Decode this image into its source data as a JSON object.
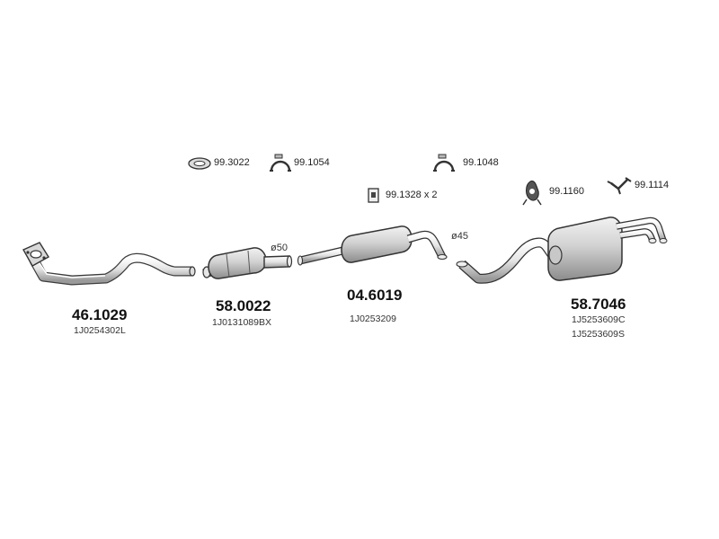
{
  "accessories": [
    {
      "id": "gasket",
      "icon": "gasket-ring-icon",
      "code": "99.3022"
    },
    {
      "id": "clamp-a",
      "icon": "u-bolt-clamp-icon",
      "code": "99.1054"
    },
    {
      "id": "clamp-b",
      "icon": "u-bolt-clamp-icon",
      "code": "99.1048"
    },
    {
      "id": "bracket",
      "icon": "mounting-bracket-icon",
      "code": "99.1328 x 2"
    },
    {
      "id": "hanger",
      "icon": "rubber-hanger-icon",
      "code": "99.1160"
    },
    {
      "id": "v-clamp",
      "icon": "v-clamp-icon",
      "code": "99.1114"
    }
  ],
  "parts": [
    {
      "id": "front-pipe",
      "icon": "front-pipe-icon",
      "number": "46.1029",
      "oem": [
        "1J0254302L"
      ]
    },
    {
      "id": "catalyst",
      "icon": "catalytic-converter-icon",
      "number": "58.0022",
      "oem": [
        "1J0131089BX"
      ],
      "diameter": "ø50"
    },
    {
      "id": "middle-silencer",
      "icon": "middle-silencer-icon",
      "number": "04.6019",
      "oem": [
        "1J0253209"
      ],
      "diameter": "ø45"
    },
    {
      "id": "rear-silencer",
      "icon": "rear-silencer-icon",
      "number": "58.7046",
      "oem": [
        "1J5253609C",
        "1J5253609S"
      ]
    }
  ]
}
